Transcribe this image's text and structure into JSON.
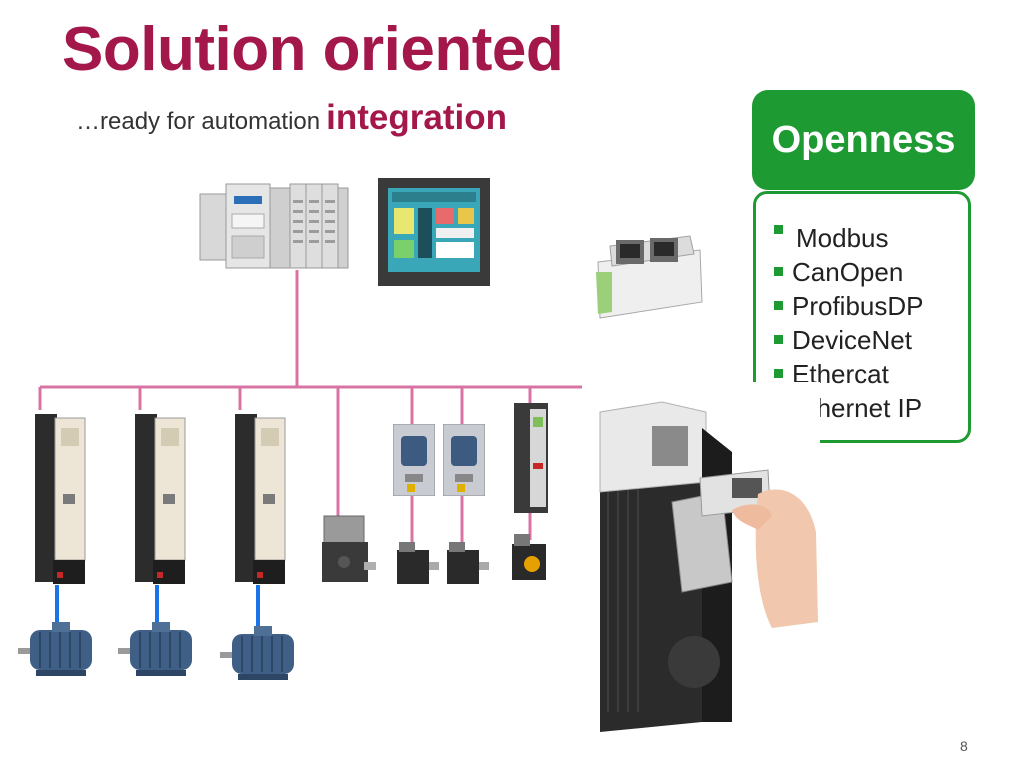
{
  "slide": {
    "title": "Solution oriented",
    "subtitle_prefix": "…ready for automation",
    "subtitle_emphasis": "integration",
    "openness_label": "Openness",
    "protocols": [
      "Modbus",
      "CanOpen",
      "ProfibusDP",
      "DeviceNet",
      "Ethercat",
      "Ethernet IP"
    ],
    "page_number": "8"
  },
  "colors": {
    "title": "#a3174a",
    "accent_green": "#1e9a33",
    "network_line": "#d874a3",
    "motor_cable": "#1a73e8",
    "motor_body": "#3f5f86"
  },
  "illustration": {
    "plc": "plc-controller-icon",
    "hmi": "hmi-touch-panel-icon",
    "option_card": "ethernet-option-card-icon",
    "drives": "variable-speed-drive-icon",
    "servo_drives": "servo-drive-icon",
    "motors": "motor-icon",
    "photo": "drive-card-insertion-photo"
  }
}
